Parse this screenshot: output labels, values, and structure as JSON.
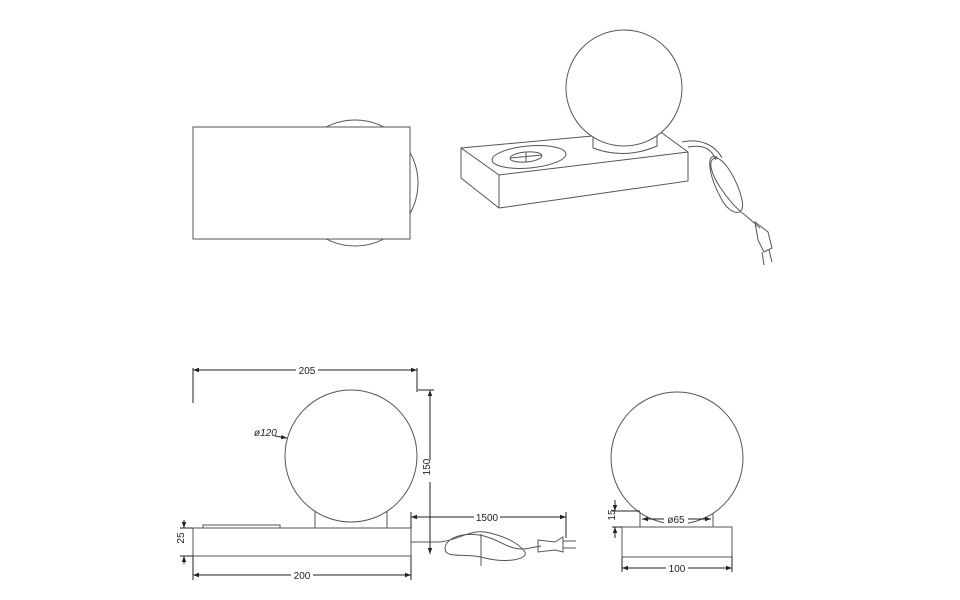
{
  "dimensions": {
    "overall_width": "205",
    "globe_diameter": "ø120",
    "overall_height": "150",
    "cable_length": "1500",
    "base_height": "25",
    "base_length": "200",
    "collar_height": "15",
    "collar_diameter": "ø65",
    "base_depth": "100"
  },
  "colors": {
    "line": "#555555",
    "dimension": "#222222",
    "background": "#ffffff"
  }
}
